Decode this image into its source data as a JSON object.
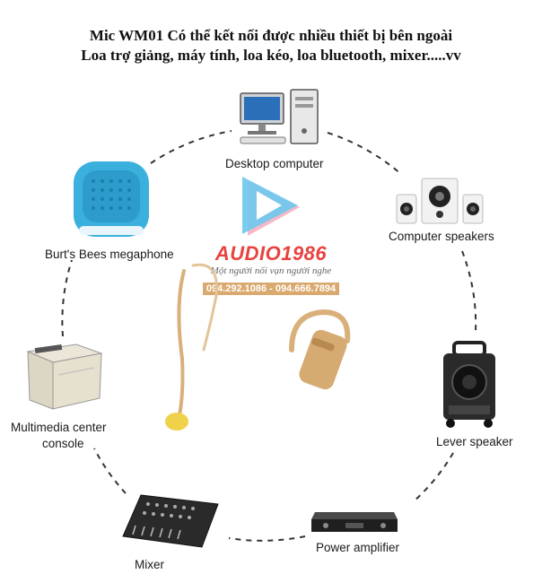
{
  "header": {
    "line1": "Mic WM01 Có thể kết nối được nhiều thiết bị bên ngoài",
    "line2": "Loa trợ giảng, máy tính, loa kéo, loa bluetooth, mixer.....vv"
  },
  "devices": {
    "desktop": "Desktop computer",
    "computer_speakers": "Computer speakers",
    "lever_speaker": "Lever speaker",
    "power_amplifier": "Power amplifier",
    "mixer": "Mixer",
    "multimedia_line1": "Multimedia center",
    "multimedia_line2": "console",
    "megaphone": "Burt's Bees megaphone"
  },
  "watermark": {
    "brand": "AUDIO1986",
    "slogan": "Một người nối vạn người nghe",
    "phones": "094.292.1086 - 094.666.7894"
  },
  "colors": {
    "accent_red": "#e8433f",
    "mic_beige": "#d9b07a",
    "speaker_blue": "#3bb0dc"
  }
}
